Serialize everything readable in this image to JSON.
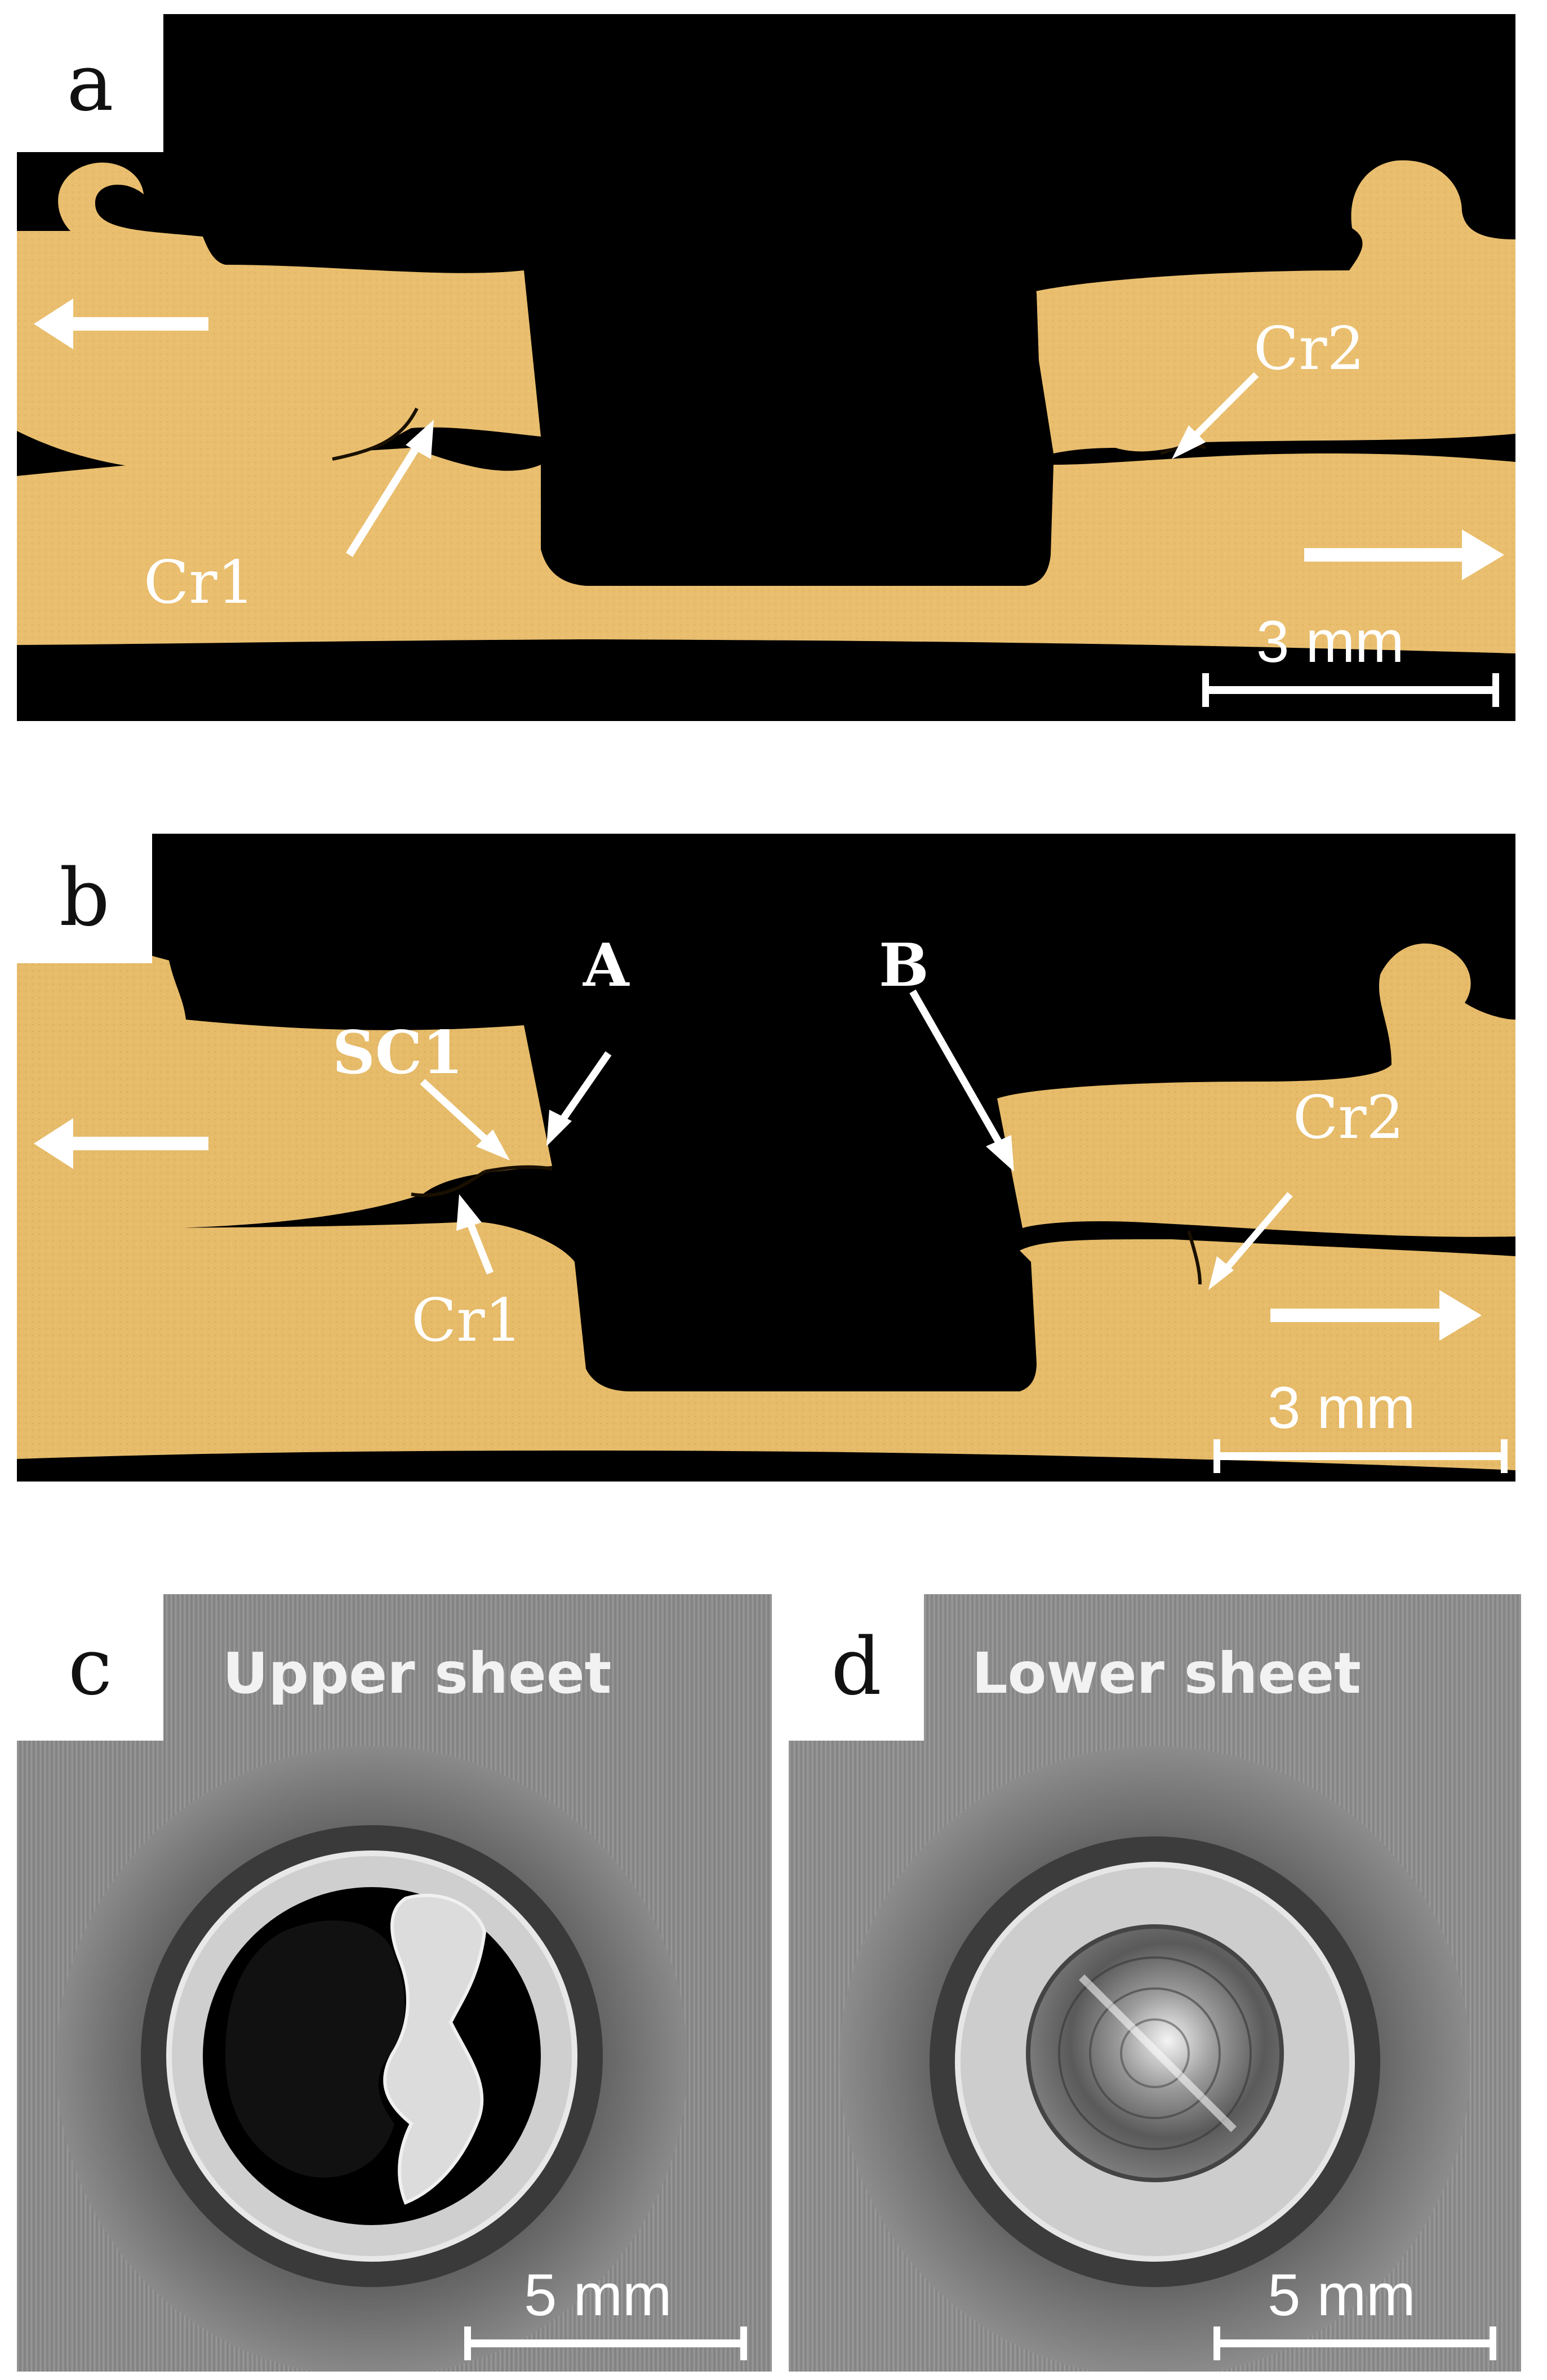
{
  "panels": {
    "a": {
      "label": "a",
      "annotations": {
        "crack_left": "Cr1",
        "crack_right": "Cr2"
      },
      "scale_bar": "3 mm",
      "colors": {
        "background": "#000000",
        "material": "#e9be6e"
      }
    },
    "b": {
      "label": "b",
      "annotations": {
        "crack_left": "Cr1",
        "crack_right": "Cr2",
        "secondary_crack": "SC1",
        "point_a": "A",
        "point_b": "B"
      },
      "scale_bar": "3 mm",
      "colors": {
        "background": "#000000",
        "material": "#e6bb69"
      }
    },
    "c": {
      "label": "c",
      "title": "Upper sheet",
      "scale_bar": "5 mm",
      "colors": {
        "background": "#8a8a8a"
      }
    },
    "d": {
      "label": "d",
      "title": "Lower sheet",
      "scale_bar": "5 mm",
      "colors": {
        "background": "#8c8c8c"
      }
    }
  }
}
